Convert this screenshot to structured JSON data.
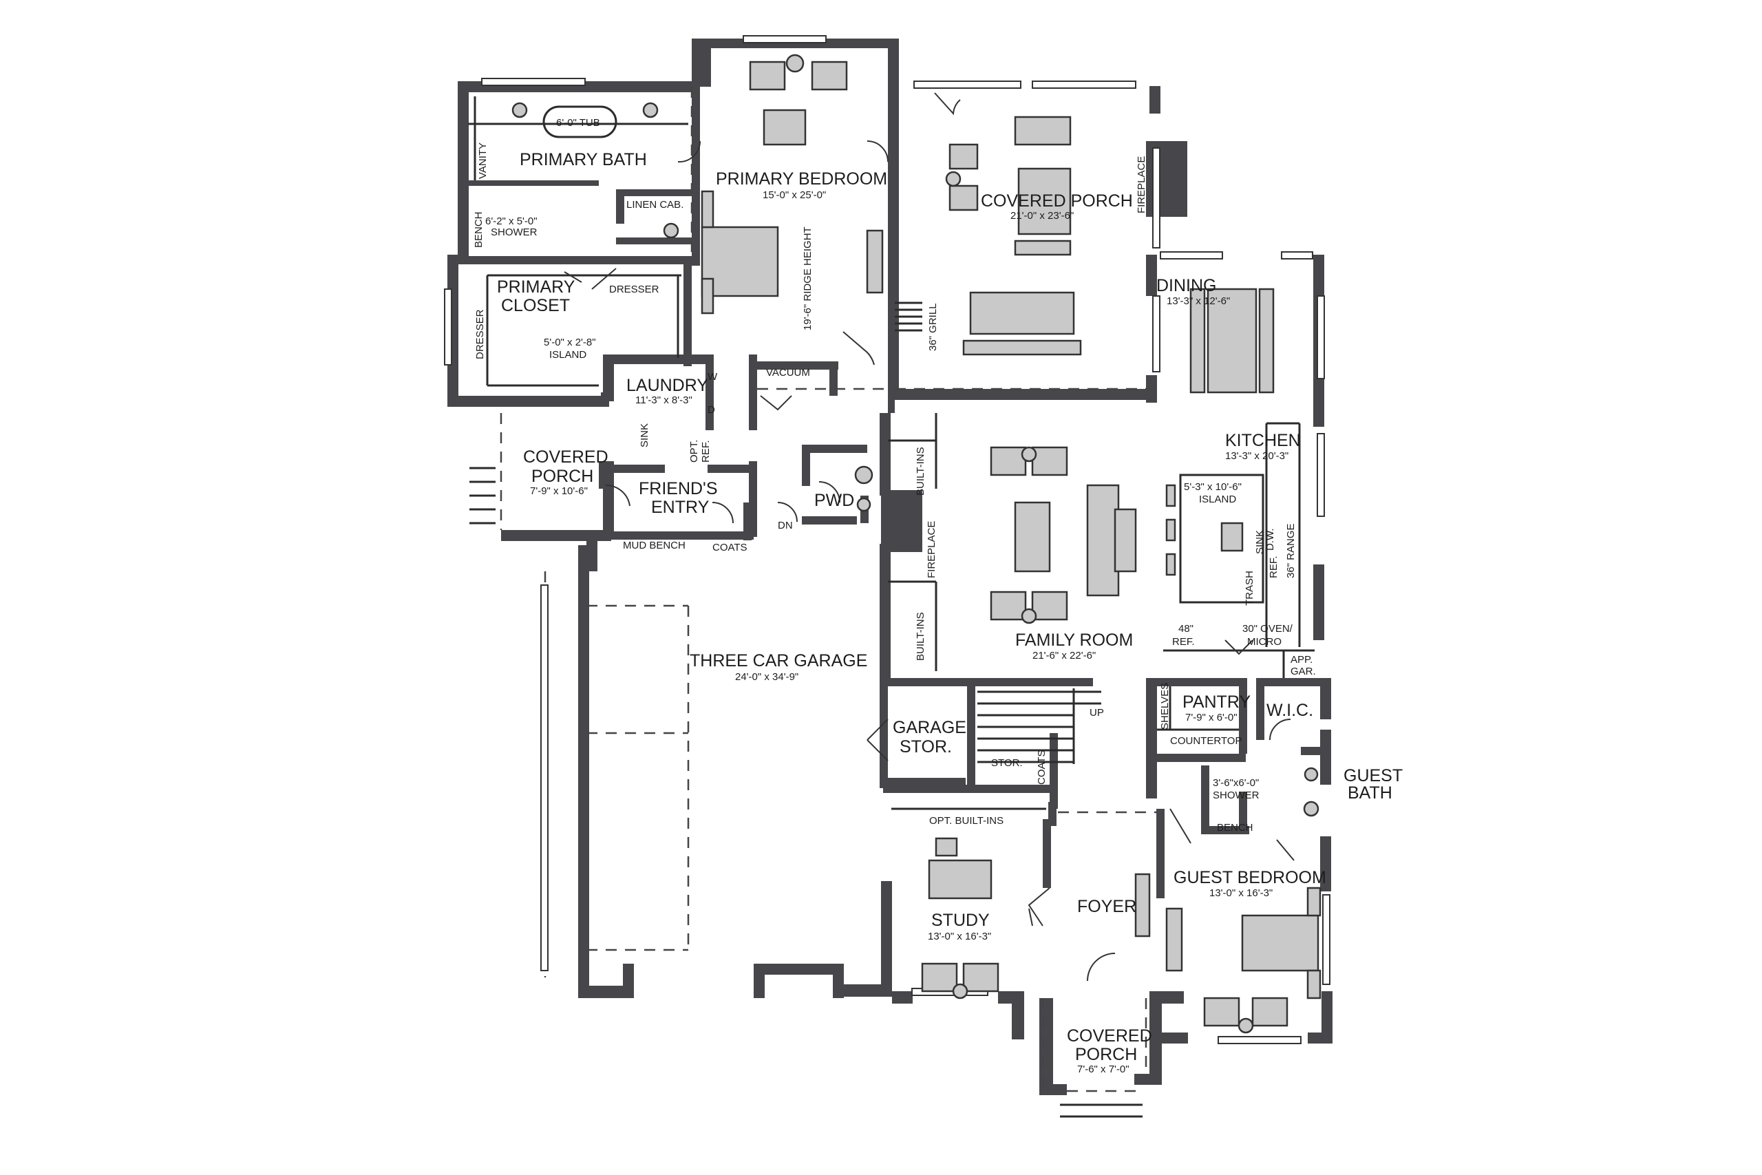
{
  "rooms": {
    "primary_bath": "PRIMARY BATH",
    "tub": "6'-0\" TUB",
    "vanity": "VANITY",
    "bench": "BENCH",
    "shower_dim": "6'-2\" x 5'-0\"",
    "shower": "SHOWER",
    "linen_cab": "LINEN CAB.",
    "primary_bedroom": "PRIMARY BEDROOM",
    "primary_bedroom_dim": "15'-0\" x 25'-0\"",
    "ridge_height": "19'-6\" RIDGE HEIGHT",
    "primary_closet_1": "PRIMARY",
    "primary_closet_2": "CLOSET",
    "dresser": "DRESSER",
    "island_dim": "5'-0\" x 2'-8\"",
    "island": "ISLAND",
    "covered_porch": "COVERED PORCH",
    "covered_porch_dim": "21'-0\" x 23'-6\"",
    "fireplace": "FIREPLACE",
    "grill": "36\" GRILL",
    "dining": "DINING",
    "dining_dim": "13'-3\" x 12'-6\"",
    "laundry": "LAUNDRY",
    "laundry_dim": "11'-3\" x 8'-3\"",
    "sink": "SINK",
    "opt_ref_1": "OPT.",
    "opt_ref_2": "REF.",
    "vacuum": "VACUUM",
    "w": "W",
    "d": "D",
    "side_porch_1": "COVERED",
    "side_porch_2": "PORCH",
    "side_porch_dim": "7'-9\" x 10'-6\"",
    "friends_entry_1": "FRIEND'S",
    "friends_entry_2": "ENTRY",
    "mud_bench": "MUD BENCH",
    "coats": "COATS",
    "pwd": "PWD",
    "dn": "DN",
    "built_ins": "BUILT-INS",
    "kitchen": "KITCHEN",
    "kitchen_dim": "13'-3\" x 20'-3\"",
    "kitchen_island_dim": "5'-3\" x 10'-6\"",
    "kitchen_island": "ISLAND",
    "range": "36\" RANGE",
    "dw": "D.W.",
    "sink_k": "SINK",
    "trash": "TRASH",
    "ref_k": "REF.",
    "family_room": "FAMILY ROOM",
    "family_room_dim": "21'-6\" x 22'-6\"",
    "ref48_1": "48\"",
    "ref48_2": "REF.",
    "oven_1": "30\" OVEN/",
    "oven_2": "MICRO",
    "app_1": "APP.",
    "app_2": "GAR.",
    "garage": "THREE CAR GARAGE",
    "garage_dim": "24'-0\" x 34'-9\"",
    "garage_stor_1": "GARAGE",
    "garage_stor_2": "STOR.",
    "up": "UP",
    "stor": "STOR.",
    "shelves": "SHELVES",
    "pantry": "PANTRY",
    "pantry_dim": "7'-9\" x 6'-0\"",
    "countertop": "COUNTERTOP",
    "wic": "W.I.C.",
    "guest_bath_1": "GUEST",
    "guest_bath_2": "BATH",
    "guest_shower_dim": "3'-6\"x6'-0\"",
    "guest_shower": "SHOWER",
    "guest_bench": "BENCH",
    "opt_built_ins": "OPT. BUILT-INS",
    "study": "STUDY",
    "study_dim": "13'-0\" x 16'-3\"",
    "foyer": "FOYER",
    "guest_bedroom": "GUEST BEDROOM",
    "guest_bedroom_dim": "13'-0\" x 16'-3\"",
    "front_porch_1": "COVERED",
    "front_porch_2": "PORCH",
    "front_porch_dim": "7'-6\" x 7'-0\""
  }
}
